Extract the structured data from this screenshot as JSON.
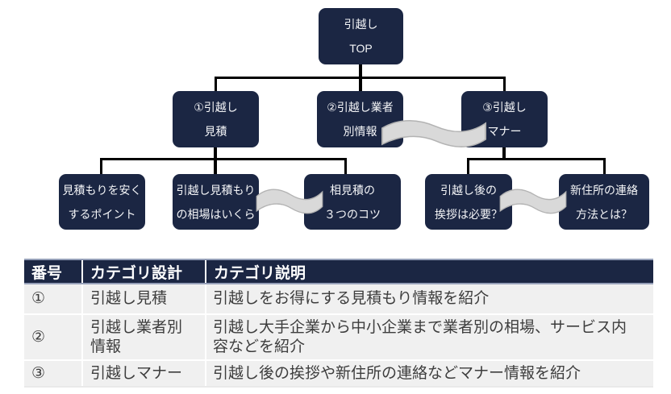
{
  "colors": {
    "node_background": "#1b2643",
    "node_text": "#f5f6f8",
    "connector": "#000000",
    "ribbon_fill": "#d9d9d9",
    "ribbon_stroke": "#b3b3b3",
    "table_header_background": "#1b2643",
    "table_header_text": "#ffffff",
    "table_header_accent_border": "#959fb8",
    "table_row_background": "#f0f0f0",
    "table_body_text": "#3d3d3d"
  },
  "diagram": {
    "root": {
      "line1": "引越し",
      "line2": "TOP"
    },
    "level2": [
      {
        "line1": "①引越し",
        "line2": "見積"
      },
      {
        "line1": "②引越し業者",
        "line2": "別情報"
      },
      {
        "line1": "③引越し",
        "line2": "マナー"
      }
    ],
    "level3": [
      {
        "line1": "見積もりを安く",
        "line2": "するポイント"
      },
      {
        "line1": "引越し見積もり",
        "line2": "の相場はいくら"
      },
      {
        "line1": "相見積の",
        "line2": "３つのコツ"
      },
      {
        "line1": "引越し後の",
        "line2": "挨拶は必要？"
      },
      {
        "line1": "新住所の連絡",
        "line2": "方法とは？"
      }
    ]
  },
  "table": {
    "headers": [
      "番号",
      "カテゴリ設計",
      "カテゴリ説明"
    ],
    "rows": [
      {
        "no": "①",
        "category": "引越し見積",
        "description": "引越しをお得にする見積もり情報を紹介"
      },
      {
        "no": "②",
        "category": "引越し業者別情報",
        "description": "引越し大手企業から中小企業まで業者別の相場、サービス内容などを紹介"
      },
      {
        "no": "③",
        "category": "引越しマナー",
        "description": "引越し後の挨拶や新住所の連絡などマナー情報を紹介"
      }
    ]
  }
}
